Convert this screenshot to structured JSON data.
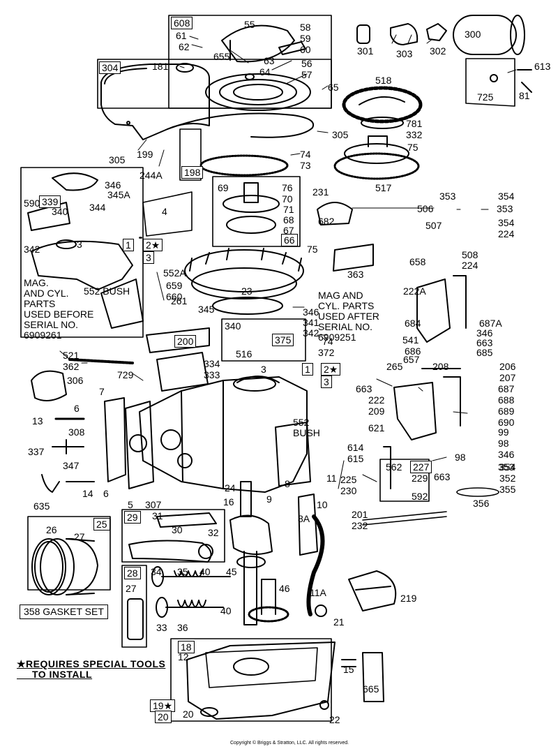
{
  "labels": [
    {
      "id": "608",
      "t": "608",
      "box": true
    },
    {
      "id": "55",
      "t": "55"
    },
    {
      "id": "58",
      "t": "58"
    },
    {
      "id": "59",
      "t": "59"
    },
    {
      "id": "60",
      "t": "60"
    },
    {
      "id": "61",
      "t": "61"
    },
    {
      "id": "62",
      "t": "62"
    },
    {
      "id": "655",
      "t": "655"
    },
    {
      "id": "63",
      "t": "63"
    },
    {
      "id": "64",
      "t": "64"
    },
    {
      "id": "56",
      "t": "56"
    },
    {
      "id": "57",
      "t": "57"
    },
    {
      "id": "65",
      "t": "65"
    },
    {
      "id": "304",
      "t": "304",
      "box": true
    },
    {
      "id": "181",
      "t": "181"
    },
    {
      "id": "301",
      "t": "301"
    },
    {
      "id": "303",
      "t": "303"
    },
    {
      "id": "302",
      "t": "302"
    },
    {
      "id": "300",
      "t": "300"
    },
    {
      "id": "613",
      "t": "613"
    },
    {
      "id": "725",
      "t": "725"
    },
    {
      "id": "81",
      "t": "81"
    },
    {
      "id": "518",
      "t": "518"
    },
    {
      "id": "781",
      "t": "781"
    },
    {
      "id": "332",
      "t": "332"
    },
    {
      "id": "75a",
      "t": "75"
    },
    {
      "id": "517",
      "t": "517"
    },
    {
      "id": "305a",
      "t": "305"
    },
    {
      "id": "305b",
      "t": "305"
    },
    {
      "id": "199",
      "t": "199"
    },
    {
      "id": "244a",
      "t": "244A"
    },
    {
      "id": "198",
      "t": "198",
      "box": true
    },
    {
      "id": "74a",
      "t": "74"
    },
    {
      "id": "73",
      "t": "73"
    },
    {
      "id": "346a",
      "t": "346"
    },
    {
      "id": "345a",
      "t": "345A"
    },
    {
      "id": "590",
      "t": "590"
    },
    {
      "id": "339",
      "t": "339",
      "box": true
    },
    {
      "id": "340a",
      "t": "340"
    },
    {
      "id": "344",
      "t": "344"
    },
    {
      "id": "4",
      "t": "4"
    },
    {
      "id": "69",
      "t": "69"
    },
    {
      "id": "76",
      "t": "76"
    },
    {
      "id": "70",
      "t": "70"
    },
    {
      "id": "71",
      "t": "71"
    },
    {
      "id": "68",
      "t": "68"
    },
    {
      "id": "67",
      "t": "67"
    },
    {
      "id": "66",
      "t": "66",
      "box": true
    },
    {
      "id": "231",
      "t": "231"
    },
    {
      "id": "682",
      "t": "682"
    },
    {
      "id": "353a",
      "t": "353"
    },
    {
      "id": "354a",
      "t": "354"
    },
    {
      "id": "506",
      "t": "506"
    },
    {
      "id": "353b",
      "t": "353"
    },
    {
      "id": "507",
      "t": "507"
    },
    {
      "id": "354b",
      "t": "354"
    },
    {
      "id": "224a",
      "t": "224"
    },
    {
      "id": "342a",
      "t": "342"
    },
    {
      "id": "3a",
      "t": "3"
    },
    {
      "id": "1a",
      "t": "1",
      "box": true
    },
    {
      "id": "2a",
      "t": "2★",
      "box": true
    },
    {
      "id": "3b",
      "t": "3",
      "box": true
    },
    {
      "id": "75b",
      "t": "75"
    },
    {
      "id": "363",
      "t": "363"
    },
    {
      "id": "658",
      "t": "658"
    },
    {
      "id": "508",
      "t": "508"
    },
    {
      "id": "224b",
      "t": "224"
    },
    {
      "id": "552a",
      "t": "552A"
    },
    {
      "id": "659",
      "t": "659"
    },
    {
      "id": "660",
      "t": "660"
    },
    {
      "id": "261",
      "t": "261"
    },
    {
      "id": "23",
      "t": "23"
    },
    {
      "id": "222a",
      "t": "222A"
    },
    {
      "id": "345",
      "t": "345"
    },
    {
      "id": "346b",
      "t": "346"
    },
    {
      "id": "341",
      "t": "341"
    },
    {
      "id": "342b",
      "t": "342"
    },
    {
      "id": "340b",
      "t": "340"
    },
    {
      "id": "375",
      "t": "375",
      "box": true
    },
    {
      "id": "74b",
      "t": "74"
    },
    {
      "id": "372",
      "t": "372"
    },
    {
      "id": "516",
      "t": "516"
    },
    {
      "id": "684",
      "t": "684"
    },
    {
      "id": "687a",
      "t": "687A"
    },
    {
      "id": "346c",
      "t": "346"
    },
    {
      "id": "541",
      "t": "541"
    },
    {
      "id": "663a",
      "t": "663"
    },
    {
      "id": "686",
      "t": "686"
    },
    {
      "id": "685",
      "t": "685"
    },
    {
      "id": "521",
      "t": "521"
    },
    {
      "id": "362",
      "t": "362"
    },
    {
      "id": "200",
      "t": "200",
      "box": true
    },
    {
      "id": "334",
      "t": "334"
    },
    {
      "id": "729",
      "t": "729"
    },
    {
      "id": "333",
      "t": "333"
    },
    {
      "id": "3c",
      "t": "3"
    },
    {
      "id": "1b",
      "t": "1",
      "box": true
    },
    {
      "id": "2b",
      "t": "2★",
      "box": true
    },
    {
      "id": "3d",
      "t": "3",
      "box": true
    },
    {
      "id": "265",
      "t": "265"
    },
    {
      "id": "657",
      "t": "657"
    },
    {
      "id": "208",
      "t": "208"
    },
    {
      "id": "206",
      "t": "206"
    },
    {
      "id": "207",
      "t": "207"
    },
    {
      "id": "306",
      "t": "306"
    },
    {
      "id": "7",
      "t": "7"
    },
    {
      "id": "663b",
      "t": "663"
    },
    {
      "id": "222",
      "t": "222"
    },
    {
      "id": "687",
      "t": "687"
    },
    {
      "id": "688",
      "t": "688"
    },
    {
      "id": "689",
      "t": "689"
    },
    {
      "id": "690",
      "t": "690"
    },
    {
      "id": "6a",
      "t": "6"
    },
    {
      "id": "13",
      "t": "13"
    },
    {
      "id": "308",
      "t": "308"
    },
    {
      "id": "209",
      "t": "209"
    },
    {
      "id": "99",
      "t": "99"
    },
    {
      "id": "98a",
      "t": "98"
    },
    {
      "id": "621",
      "t": "621"
    },
    {
      "id": "346d",
      "t": "346"
    },
    {
      "id": "98b",
      "t": "98"
    },
    {
      "id": "353c",
      "t": "353"
    },
    {
      "id": "337",
      "t": "337"
    },
    {
      "id": "347",
      "t": "347"
    },
    {
      "id": "614",
      "t": "614"
    },
    {
      "id": "615",
      "t": "615"
    },
    {
      "id": "562",
      "t": "562"
    },
    {
      "id": "227",
      "t": "227",
      "box": true
    },
    {
      "id": "229",
      "t": "229"
    },
    {
      "id": "663c",
      "t": "663"
    },
    {
      "id": "354c",
      "t": "354"
    },
    {
      "id": "352",
      "t": "352"
    },
    {
      "id": "355",
      "t": "355"
    },
    {
      "id": "11",
      "t": "11"
    },
    {
      "id": "225",
      "t": "225"
    },
    {
      "id": "230",
      "t": "230"
    },
    {
      "id": "592",
      "t": "592"
    },
    {
      "id": "635",
      "t": "635"
    },
    {
      "id": "14",
      "t": "14"
    },
    {
      "id": "6b",
      "t": "6"
    },
    {
      "id": "5",
      "t": "5"
    },
    {
      "id": "307",
      "t": "307"
    },
    {
      "id": "24",
      "t": "24"
    },
    {
      "id": "8",
      "t": "8"
    },
    {
      "id": "9",
      "t": "9"
    },
    {
      "id": "10",
      "t": "10"
    },
    {
      "id": "356",
      "t": "356"
    },
    {
      "id": "16",
      "t": "16"
    },
    {
      "id": "8a",
      "t": "8A"
    },
    {
      "id": "201",
      "t": "201"
    },
    {
      "id": "232",
      "t": "232"
    },
    {
      "id": "26",
      "t": "26"
    },
    {
      "id": "25",
      "t": "25",
      "box": true
    },
    {
      "id": "27a",
      "t": "27"
    },
    {
      "id": "29",
      "t": "29",
      "box": true
    },
    {
      "id": "31",
      "t": "31"
    },
    {
      "id": "30",
      "t": "30"
    },
    {
      "id": "32",
      "t": "32"
    },
    {
      "id": "28",
      "t": "28",
      "box": true
    },
    {
      "id": "27b",
      "t": "27"
    },
    {
      "id": "34",
      "t": "34"
    },
    {
      "id": "35",
      "t": "35"
    },
    {
      "id": "40a",
      "t": "40"
    },
    {
      "id": "45",
      "t": "45"
    },
    {
      "id": "46",
      "t": "46"
    },
    {
      "id": "40b",
      "t": "40"
    },
    {
      "id": "33",
      "t": "33"
    },
    {
      "id": "36",
      "t": "36"
    },
    {
      "id": "11a",
      "t": "11A"
    },
    {
      "id": "219",
      "t": "219"
    },
    {
      "id": "21",
      "t": "21"
    },
    {
      "id": "18",
      "t": "18",
      "box": true
    },
    {
      "id": "12",
      "t": "12"
    },
    {
      "id": "15",
      "t": "15"
    },
    {
      "id": "665",
      "t": "665"
    },
    {
      "id": "19",
      "t": "19★",
      "box": true
    },
    {
      "id": "20a",
      "t": "20",
      "box": true
    },
    {
      "id": "20b",
      "t": "20"
    },
    {
      "id": "22",
      "t": "22"
    }
  ],
  "notes": [
    {
      "id": "mag_before",
      "t": "MAG.\nAND CYL.\nPARTS\nUSED BEFORE\nSERIAL NO.\n6909261"
    },
    {
      "id": "bush_a",
      "t": "552 BUSH"
    },
    {
      "id": "mag_after",
      "t": "MAG AND\nCYL. PARTS\nUSED AFTER\nSERIAL NO.\n6909251"
    },
    {
      "id": "bush_b",
      "t": "552\nBUSH"
    },
    {
      "id": "gasket",
      "t": "358 GASKET SET",
      "box": true
    },
    {
      "id": "special",
      "t": "★REQUIRES SPECIAL TOOLS\n     TO INSTALL",
      "u": true
    }
  ],
  "copyright": "Copyright © Briggs & Stratton, LLC. All rights reserved."
}
